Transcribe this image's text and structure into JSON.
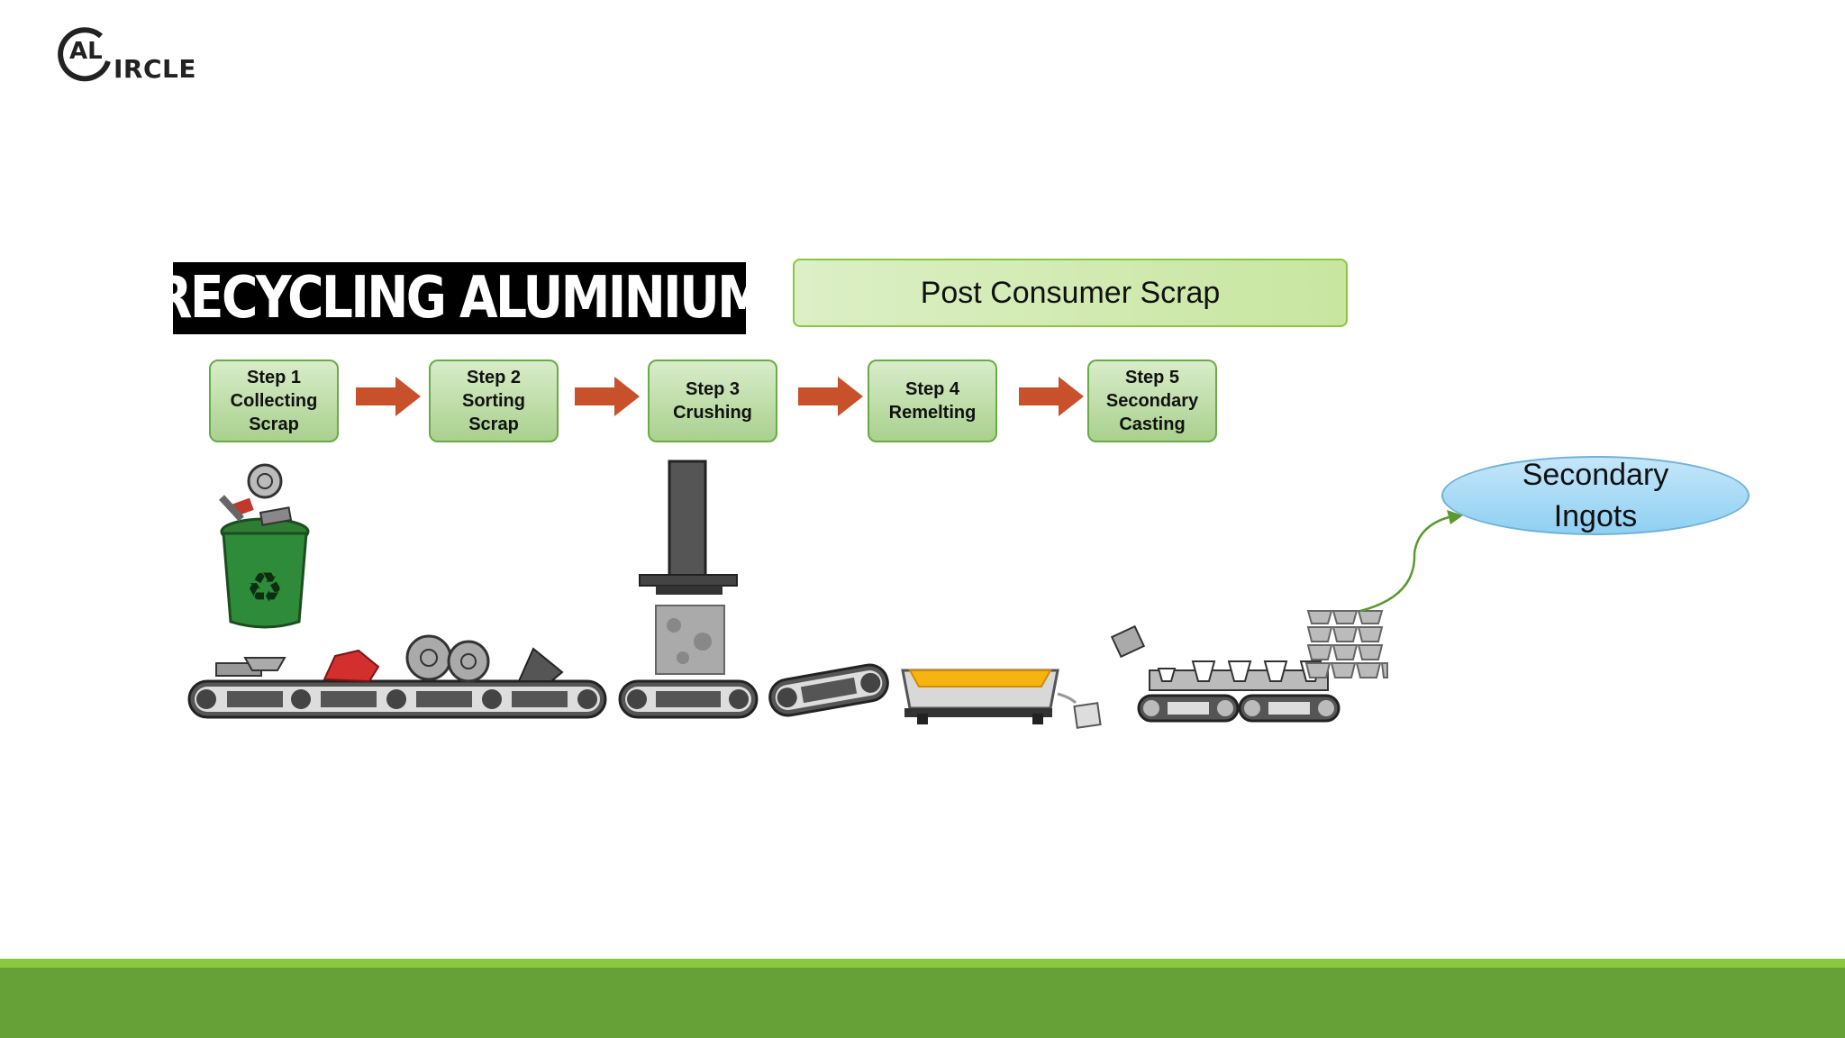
{
  "logo": {
    "al": "AL",
    "word": "IRCLE"
  },
  "banner": {
    "title": "RECYCLING ALUMINIUM"
  },
  "post_consumer": {
    "label": "Post Consumer Scrap"
  },
  "steps": [
    {
      "line1": "Step 1",
      "line2": "Collecting",
      "line3": "Scrap"
    },
    {
      "line1": "Step 2",
      "line2": "Sorting",
      "line3": "Scrap"
    },
    {
      "line1": "Step 3",
      "line2": "Crushing",
      "line3": ""
    },
    {
      "line1": "Step 4",
      "line2": "Remelting",
      "line3": ""
    },
    {
      "line1": "Step 5",
      "line2": "Secondary",
      "line3": "Casting"
    }
  ],
  "output": {
    "line1": "Secondary",
    "line2": "Ingots"
  },
  "colors": {
    "arrow": "#c8502a",
    "step_border": "#6aaa47",
    "footer": "#65a136",
    "footer_line": "#8dc63f",
    "ingot_fill": "#a8dcf6"
  },
  "icons": [
    "recycle-bin-icon",
    "conveyor-belt-icon",
    "crusher-press-icon",
    "furnace-icon",
    "ingot-stack-icon"
  ]
}
